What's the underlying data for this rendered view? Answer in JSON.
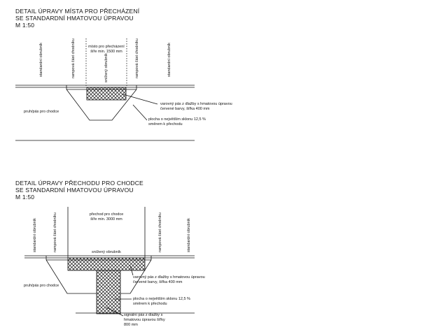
{
  "detail1": {
    "title": [
      "DETAIL ÚPRAVY MÍSTA PRO PŘECHÁZENÍ",
      "SE STANDARDNÍ HMATOVOU ÚPRAVOU",
      "M 1:50"
    ],
    "crossing_label": [
      "místo pro přecházení",
      "šíře min. 1500 mm"
    ],
    "curb_standard_left": "standardní obrubník",
    "ramp_left": "rampová část chodníku",
    "lowered_curb": "snížený obrubník",
    "ramp_right": "rampová část chodníku",
    "curb_standard_right": "standardní obrubník",
    "warning_strip": [
      "varovný pás z dlažby s hmatovou úpravou",
      "červené barvy, šířka 400 mm"
    ],
    "slope": [
      "plocha o největším sklonu 12,5 %",
      "směrem k přechodu"
    ],
    "sidewalk": "pruh/pás pro chodce"
  },
  "detail2": {
    "title": [
      "DETAIL ÚPRAVY PŘECHODU PRO CHODCE",
      "SE STANDARDNÍ HMATOVOU ÚPRAVOU",
      "M 1:50"
    ],
    "crossing_label": [
      "přechod pro chodce",
      "šíře min. 3000 mm"
    ],
    "curb_standard_left": "standardní obrubník",
    "ramp_left": "rampová část chodníku",
    "lowered_curb": "snížený obrubník",
    "ramp_right": "rampová část chodníku",
    "curb_standard_right": "standardní obrubník",
    "warning_strip": [
      "varovný pás z dlažby s hmatovou úpravou",
      "červené barvy, šířka 400 mm"
    ],
    "slope": [
      "plocha o největším sklonu 12,5 %",
      "směrem k přechodu"
    ],
    "signal_strip": [
      "signální pás z dlažby s",
      "hmatovou úpravou šířky",
      "800 mm"
    ],
    "sidewalk": "pruh/pás pro chodce"
  }
}
